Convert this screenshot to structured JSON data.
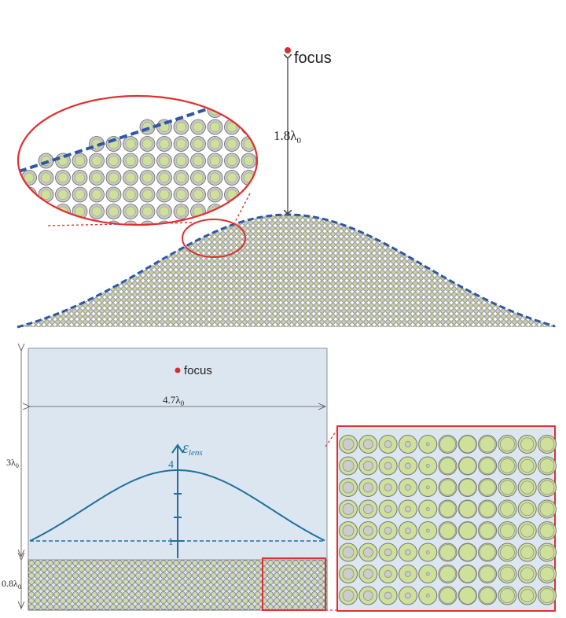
{
  "top": {
    "focus_label": "focus",
    "distance_label": "1.8λ",
    "distance_sub": "0"
  },
  "bottom": {
    "focus_label": "focus",
    "width_label": "4.7λ",
    "width_sub": "0",
    "height_label": "3λ",
    "height_sub": "0",
    "lens_thickness_label": "0.8λ",
    "lens_thickness_sub": "0",
    "axis_symbol": "ε",
    "axis_subscript": "lens",
    "axis_max_label": "4",
    "axis_min_label": "1"
  },
  "colors": {
    "panel_bg": "#dce6f1",
    "curve": "#1f6f9f",
    "dashed_outline": "#2e58a6",
    "highlight": "#e03030",
    "focus_dot": "#d03030",
    "rod_fill": "#cfe09a",
    "shell_fill": "#c8c8c8"
  },
  "icons": {
    "focus": "red-dot",
    "arrow": "arrowhead"
  }
}
